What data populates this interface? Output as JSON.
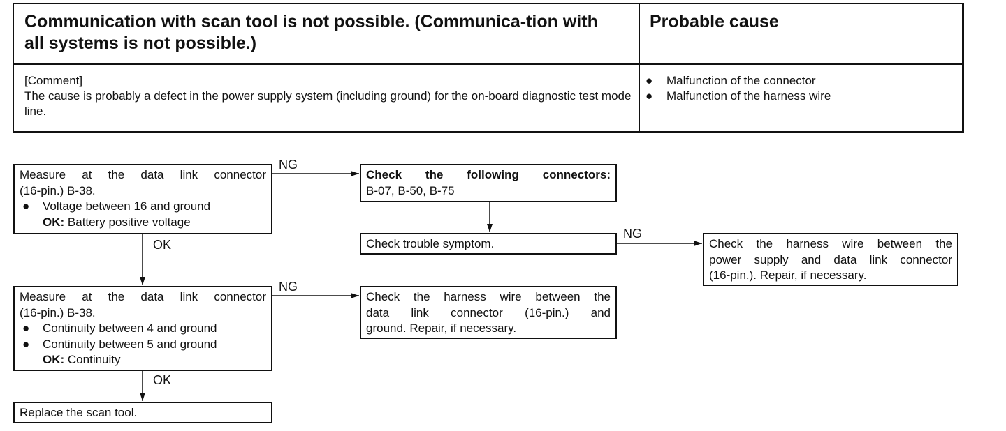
{
  "header": {
    "title": "Communication with scan tool is not possible. (Communica-tion with all systems is not possible.)",
    "cause_heading": "Probable cause",
    "comment_label": "[Comment]",
    "comment_text": "The cause is probably a defect in the power supply system (including ground) for the on-board diagnostic test mode line.",
    "causes": [
      "Malfunction of the connector",
      "Malfunction of the harness wire"
    ]
  },
  "flow": {
    "step1": {
      "line1": "Measure at the data link connector",
      "line2": "(16-pin.) B-38.",
      "bullet": "Voltage between 16 and ground",
      "ok_label": "OK:",
      "ok_value": "Battery positive voltage"
    },
    "check_connectors": {
      "title": "Check the following connectors:",
      "list": "B-07, B-50, B-75"
    },
    "check_symptom": "Check trouble symptom.",
    "harness_power": {
      "line1": "Check the harness wire between the",
      "line2": "power supply and data link connector",
      "line3": "(16-pin.). Repair, if necessary."
    },
    "step2": {
      "line1": "Measure at the data link connector",
      "line2": "(16-pin.) B-38.",
      "bullet1": "Continuity between 4 and ground",
      "bullet2": "Continuity between 5 and ground",
      "ok_label": "OK:",
      "ok_value": "Continuity"
    },
    "harness_ground": {
      "line1": "Check the harness wire between the",
      "line2": "data link connector (16-pin.) and",
      "line3": "ground. Repair, if necessary."
    },
    "replace": "Replace the scan tool.",
    "labels": {
      "ng1": "NG",
      "ok1": "OK",
      "ng2": "NG",
      "ng3": "NG",
      "ok2": "OK"
    }
  }
}
